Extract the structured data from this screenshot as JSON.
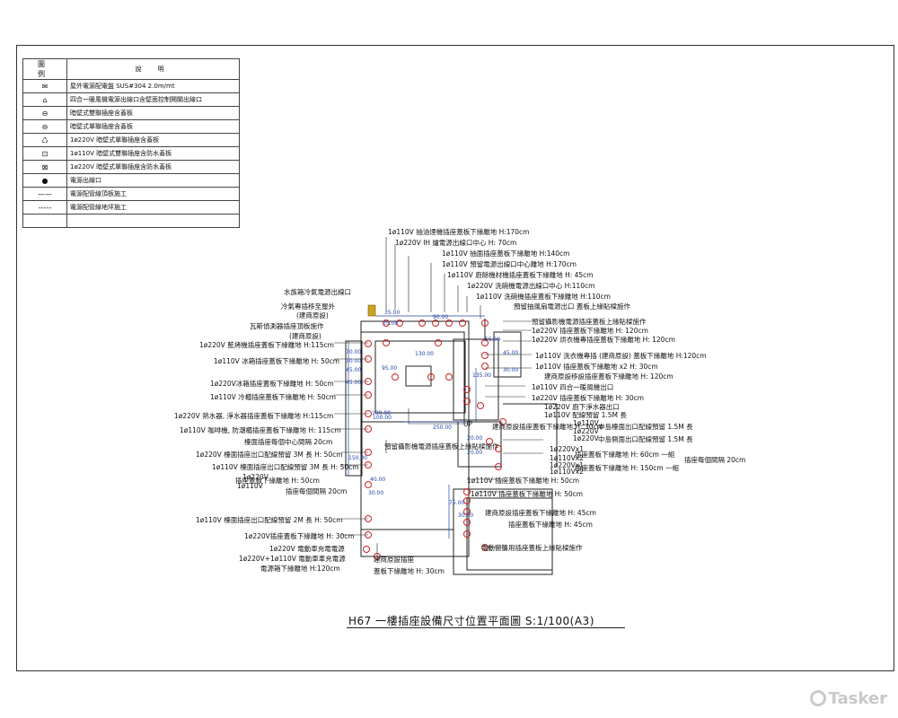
{
  "legend": {
    "header": {
      "symbol": "圖 例",
      "description": "說 明"
    },
    "rows": [
      {
        "icon": "envelope-icon",
        "glyph": "✉",
        "text": "屋外電源配電盤 SUS#304 2.0m/mt"
      },
      {
        "icon": "switch-icon",
        "glyph": "⌂",
        "text": "四合一暖風機電源出線口含壁面控制開關出線口"
      },
      {
        "icon": "duplex-outlet-icon",
        "glyph": "⊖",
        "text": "暗壁式雙聯插座含蓋板"
      },
      {
        "icon": "single-outlet-icon",
        "glyph": "⊖",
        "text": "暗壁式單聯插座含蓋板"
      },
      {
        "icon": "220v-outlet-icon",
        "glyph": "♺",
        "text": "1ø220V 暗壁式單聯插座含蓋板"
      },
      {
        "icon": "waterproof-duplex-icon",
        "glyph": "⊡",
        "text": "1ø110V 暗壁式雙聯插座含防水蓋板"
      },
      {
        "icon": "waterproof-single-icon",
        "glyph": "⊠",
        "text": "1ø220V 暗壁式單聯插座含防水蓋板"
      },
      {
        "icon": "power-outlet-icon",
        "glyph": "●",
        "text": "電源出線口"
      },
      {
        "icon": "solid-line-icon",
        "glyph": "——",
        "text": "電源配管線頂板施工"
      },
      {
        "icon": "dashed-line-icon",
        "glyph": "-----",
        "text": "電源配管線地坪施工"
      },
      {
        "icon": "blank-icon",
        "glyph": "",
        "text": ""
      }
    ]
  },
  "annotations": {
    "top": [
      "1ø110V 抽油煙機插座蓋板下緣離地 H:170cm",
      "1ø220V IH 爐電源出線口中心 H: 70cm",
      "1ø110V 抽面插座蓋板下緣離地 H:140cm",
      "1ø110V 預留電源出線口中心離地 H:170cm",
      "1ø110V 廚餘機材機插座蓋板下緣離地 H: 45cm",
      "1ø220V 洗碗機電源出線口中心 H:110cm",
      "1ø110V 洗碗機插座蓋板下緣離地 H:110cm",
      "預留抽風扇電源出口 蓋板上緣貼樑施作"
    ],
    "left": [
      "水族箱冷氣電源出線口",
      "冷氣專插移至屋外",
      "(建商原設)",
      "瓦斯偵測器插座頂板施作",
      "(建商原設)",
      "1ø220V 藍烤機插座蓋板下緣離地 H:115cm",
      "1ø110V 冰箱插座蓋板下緣離地 H: 50cm",
      "1ø220V冰箱插座蓋板下緣離地 H: 50cm",
      "1ø110V 冷櫃插座蓋板下緣離地 H: 50cm",
      "1ø220V 熱水器, 淨水器插座蓋板下緣離地 H:115cm",
      "1ø110V 咖啡機, 防潮櫃插座蓋板下緣離地 H: 115cm",
      "檯面插座每個中心間隔 20cm",
      "1ø220V 檯面插座出口配線預留 3M 長 H: 50cm",
      "1ø110V 檯面插座出口配線預留 3M 長 H: 50cm",
      "1ø220V",
      "1ø110V",
      "插座蓋板下緣離地 H: 50cm",
      "插座每個間隔 20cm",
      "1ø110V 檯面插座出口配線預留 2M 長 H: 50cm",
      "1ø220V插座蓋板下緣離地 H: 30cm",
      "1ø220V 電動車充電電源",
      "1ø220V+1ø110V 電動車車充電源",
      "電源箱下緣離地 H:120cm"
    ],
    "right": [
      "預留攝影機電源插座蓋板上緣貼樑施作",
      "1ø220V 插座蓋板下緣離地 H: 120cm",
      "1ø220V 烘衣機專插座蓋板下緣離地 H: 120cm",
      "1ø110V 洗衣機專插 (建商原設) 蓋板下緣離地 H:120cm",
      "1ø110V 插座蓋板下緣離地 x2 H: 30cm",
      "建商原設移設插座蓋板下緣離地 H: 120cm",
      "1ø110V 四合一暖風機出口",
      "1ø220V 插座蓋板下緣離地 H: 30cm",
      "1ø220V 廚下淨水器出口",
      "1ø110V 配線預留 1.5M 長",
      "1ø110V",
      "1ø220V",
      "1ø220V",
      "中島檯面出口配線預留 1.5M 長",
      "中島側面出口配線預留 1.5M 長",
      "1ø220Vx1",
      "1ø110Vx2",
      "插座蓋板下緣離地 H: 60cm 一組",
      "1ø220Vx1",
      "1ø110Vx2",
      "插座蓋板下緣離地 H: 150cm 一組",
      "插座每個間隔 20cm"
    ],
    "center": [
      "建商原設插座蓋板下緣離地 H: 30cm",
      "預留攝影機電源插座蓋板上緣貼樑施作",
      "1ø110V 插座蓋板下緣離地 H: 50cm",
      "1ø110V 插座蓋板下緣離地 H: 50cm",
      "建商原設插座蓋板下緣離地 H: 45cm",
      "插座蓋板下緣離地 H: 45cm",
      "電動窗簾用插座蓋板上緣貼樑施作",
      "建商原設插座",
      "蓋板下緣離地 H: 30cm",
      "UP"
    ],
    "dimensions": [
      "35.00",
      "35.00",
      "70.00",
      "45.00",
      "70.00",
      "45.00",
      "95.00",
      "100.00",
      "130.00",
      "150.00",
      "40.00",
      "30.00",
      "100.00",
      "250.00",
      "20.00",
      "20.00",
      "135.00",
      "55.00",
      "45.00",
      "75.00",
      "30.00",
      "30.00",
      "90.00"
    ]
  },
  "title": "H67 一樓插座設備尺寸位置平面圖 S:1/100(A3)",
  "watermark": "Tasker",
  "colors": {
    "ink": "#111111",
    "outlet": "#cc2222",
    "dimension": "#2244aa",
    "gold": "#c9a227"
  }
}
